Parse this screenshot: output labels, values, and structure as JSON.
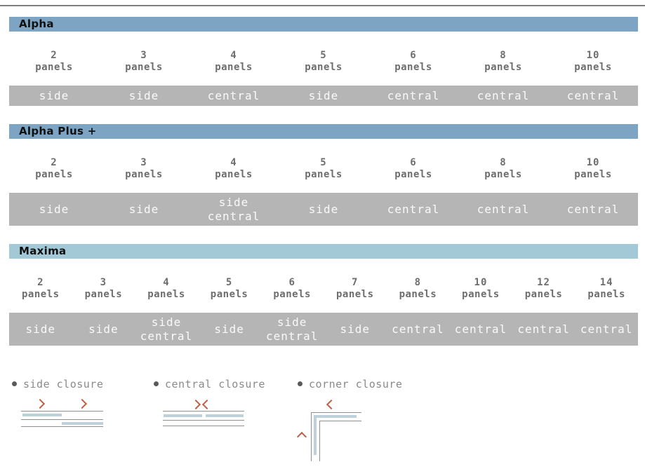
{
  "colors": {
    "header_blue": "#7da5c3",
    "header_blue_light": "#a3c8d6",
    "band_gray": "#b5b5b5",
    "text_dark": "#6e6e6e",
    "band_text": "#fafafa",
    "accent_red": "#c05f4a",
    "diagram_blue": "#bed0da",
    "diagram_line": "#8f8f8f",
    "legend_text": "#8a8a8a",
    "rule_gray": "#7f7f7f"
  },
  "sections": [
    {
      "title": "Alpha",
      "header_color": "#7da5c3",
      "unit": "panels",
      "columns": [
        {
          "count": "2",
          "closure": "side"
        },
        {
          "count": "3",
          "closure": "side"
        },
        {
          "count": "4",
          "closure": "central"
        },
        {
          "count": "5",
          "closure": "side"
        },
        {
          "count": "6",
          "closure": "central"
        },
        {
          "count": "8",
          "closure": "central"
        },
        {
          "count": "10",
          "closure": "central"
        }
      ]
    },
    {
      "title": "Alpha Plus +",
      "header_color": "#7da5c3",
      "unit": "panels",
      "columns": [
        {
          "count": "2",
          "closure": "side"
        },
        {
          "count": "3",
          "closure": "side"
        },
        {
          "count": "4",
          "closure": "side central"
        },
        {
          "count": "5",
          "closure": "side"
        },
        {
          "count": "6",
          "closure": "central"
        },
        {
          "count": "8",
          "closure": "central"
        },
        {
          "count": "10",
          "closure": "central"
        }
      ]
    },
    {
      "title": "Maxima",
      "header_color": "#a3c8d6",
      "unit": "panels",
      "columns": [
        {
          "count": "2",
          "closure": "side"
        },
        {
          "count": "3",
          "closure": "side"
        },
        {
          "count": "4",
          "closure": "side central"
        },
        {
          "count": "5",
          "closure": "side"
        },
        {
          "count": "6",
          "closure": "side central"
        },
        {
          "count": "7",
          "closure": "side"
        },
        {
          "count": "8",
          "closure": "central"
        },
        {
          "count": "10",
          "closure": "central"
        },
        {
          "count": "12",
          "closure": "central"
        },
        {
          "count": "14",
          "closure": "central"
        }
      ]
    }
  ],
  "legend": {
    "items": [
      {
        "label": "side closure"
      },
      {
        "label": "central closure"
      },
      {
        "label": "corner closure"
      }
    ]
  }
}
